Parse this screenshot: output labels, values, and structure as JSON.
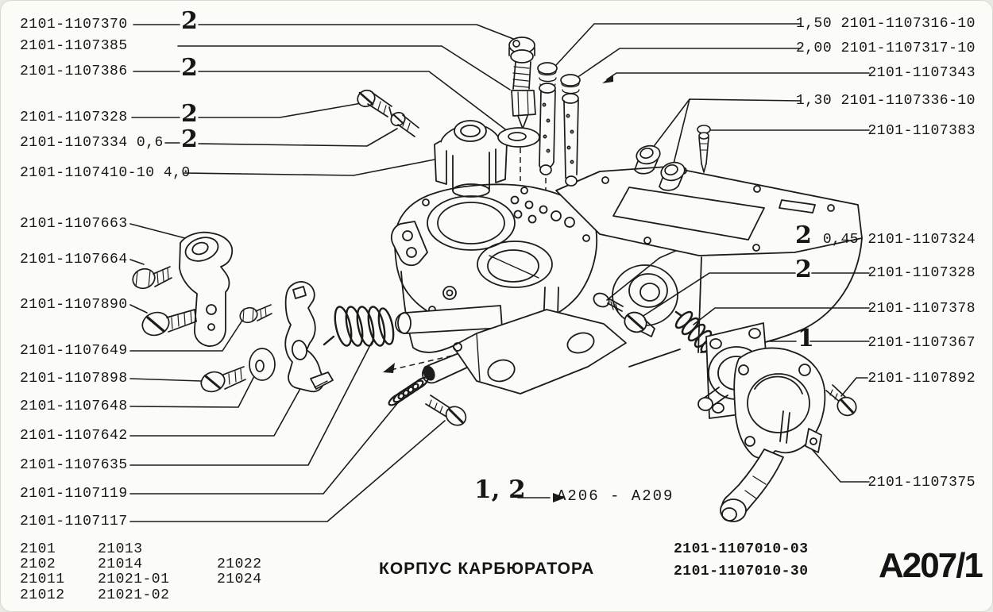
{
  "page": {
    "title": "КОРПУС КАРБЮРАТОРА",
    "sheet_code": "A207/1",
    "note": {
      "callouts": "1, 2",
      "ref": "A206 - A209"
    },
    "assembly_numbers": [
      "2101-1107010-03",
      "2101-1107010-30"
    ],
    "applicability": {
      "col1": [
        "2101",
        "2102",
        "21011",
        "21012"
      ],
      "col2": [
        "21013",
        "21014",
        "21021-01",
        "21021-02"
      ],
      "col3": [
        "21022",
        "21024"
      ]
    }
  },
  "left_labels": [
    {
      "part": "2101-1107370",
      "qty": "2"
    },
    {
      "part": "2101-1107385"
    },
    {
      "part": "2101-1107386",
      "qty": "2"
    },
    {
      "part": "2101-1107328",
      "qty": "2"
    },
    {
      "part": "2101-1107334 0,6",
      "qty": "2"
    },
    {
      "part": "2101-1107410-10 4,0"
    },
    {
      "part": "2101-1107663"
    },
    {
      "part": "2101-1107664"
    },
    {
      "part": "2101-1107890"
    },
    {
      "part": "2101-1107649"
    },
    {
      "part": "2101-1107898"
    },
    {
      "part": "2101-1107648"
    },
    {
      "part": "2101-1107642"
    },
    {
      "part": "2101-1107635"
    },
    {
      "part": "2101-1107119"
    },
    {
      "part": "2101-1107117"
    }
  ],
  "right_labels": [
    {
      "part": "1,50 2101-1107316-10"
    },
    {
      "part": "2,00 2101-1107317-10"
    },
    {
      "part": "2101-1107343"
    },
    {
      "part": "1,30 2101-1107336-10"
    },
    {
      "part": "2101-1107383"
    },
    {
      "part": "0,45 2101-1107324",
      "qty": "2"
    },
    {
      "part": "2101-1107328",
      "qty": "2"
    },
    {
      "part": "2101-1107378"
    },
    {
      "part": "2101-1107367",
      "qty": "1"
    },
    {
      "part": "2101-1107892"
    },
    {
      "part": "2101-1107375"
    }
  ],
  "colors": {
    "ink": "#1c1c1c",
    "paper": "#fbfbf8"
  }
}
